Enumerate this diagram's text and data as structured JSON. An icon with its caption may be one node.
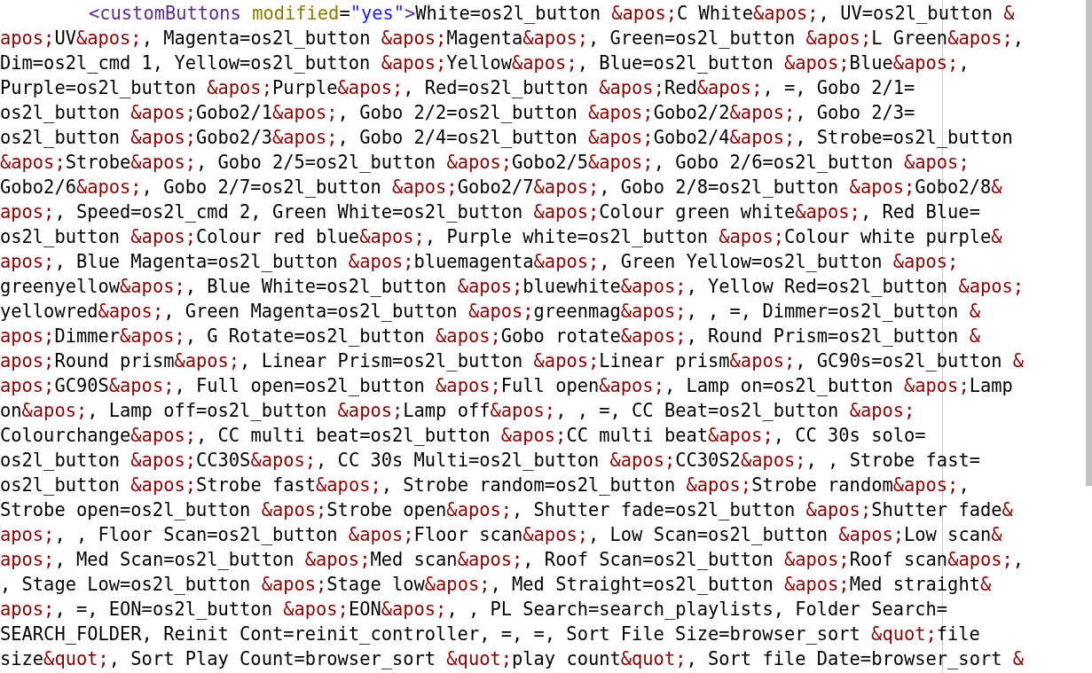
{
  "diagram": {
    "labels": [
      "<customButtons modified=\"yes\">White=os2l_button &apos;C White&apos;, UV=os2l_button &",
      "apos;UV&apos;, Magenta=os2l_button &apos;Magenta&apos;, Green=os2l_button &apos;L Green&apos;,",
      "Dim=os2l_cmd 1, Yellow=os2l_button &apos;Yellow&apos;, Blue=os2l_button &apos;Blue&apos;,",
      "Purple=os2l_button &apos;Purple&apos;, Red=os2l_button &apos;Red&apos;, =, Gobo 2/1=",
      "os2l_button &apos;Gobo2/1&apos;, Gobo 2/2=os2l_button &apos;Gobo2/2&apos;, Gobo 2/3=",
      "os2l_button &apos;Gobo2/3&apos;, Gobo 2/4=os2l_button &apos;Gobo2/4&apos;, Strobe=os2l_button",
      "&apos;Strobe&apos;, Gobo 2/5=os2l_button &apos;Gobo2/5&apos;, Gobo 2/6=os2l_button &apos;",
      "Gobo2/6&apos;, Gobo 2/7=os2l_button &apos;Gobo2/7&apos;, Gobo 2/8=os2l_button &apos;Gobo2/8&",
      "apos;, Speed=os2l_cmd 2, Green White=os2l_button &apos;Colour green white&apos;, Red Blue=",
      "os2l_button &apos;Colour red blue&apos;, Purple white=os2l_button &apos;Colour white purple&",
      "apos;, Blue Magenta=os2l_button &apos;bluemagenta&apos;, Green Yellow=os2l_button &apos;",
      "greenyellow&apos;, Blue White=os2l_button &apos;bluewhite&apos;, Yellow Red=os2l_button &apos;",
      "yellowred&apos;, Green Magenta=os2l_button &apos;greenmag&apos;, , =, Dimmer=os2l_button &",
      "apos;Dimmer&apos;, G Rotate=os2l_button &apos;Gobo rotate&apos;, Round Prism=os2l_button &",
      "apos;Round prism&apos;, Linear Prism=os2l_button &apos;Linear prism&apos;, GC90s=os2l_button &",
      "apos;GC90S&apos;, Full open=os2l_button &apos;Full open&apos;, Lamp on=os2l_button &apos;Lamp",
      "on&apos;, Lamp off=os2l_button &apos;Lamp off&apos;, , =, CC Beat=os2l_button &apos;",
      "Colourchange&apos;, CC multi beat=os2l_button &apos;CC multi beat&apos;, CC 30s solo=",
      "os2l_button &apos;CC30S&apos;, CC 30s Multi=os2l_button &apos;CC30S2&apos;, , Strobe fast=",
      "os2l_button &apos;Strobe fast&apos;, Strobe random=os2l_button &apos;Strobe random&apos;,",
      "Strobe open=os2l_button &apos;Strobe open&apos;, Shutter fade=os2l_button &apos;Shutter fade&",
      "apos;, , Floor Scan=os2l_button &apos;Floor scan&apos;, Low Scan=os2l_button &apos;Low scan&",
      "apos;, Med Scan=os2l_button &apos;Med scan&apos;, Roof Scan=os2l_button &apos;Roof scan&apos;,",
      ", Stage Low=os2l_button &apos;Stage low&apos;, Med Straight=os2l_button &apos;Med straight&",
      "apos;, =, EON=os2l_button &apos;EON&apos;, , PL Search=search_playlists, Folder Search=",
      "SEARCH_FOLDER, Reinit Cont=reinit_controller, =, =, Sort File Size=browser_sort &quot;file",
      "size&quot;, Sort Play Count=browser_sort &quot;play count&quot;, Sort file Date=browser_sort &"
    ]
  }
}
